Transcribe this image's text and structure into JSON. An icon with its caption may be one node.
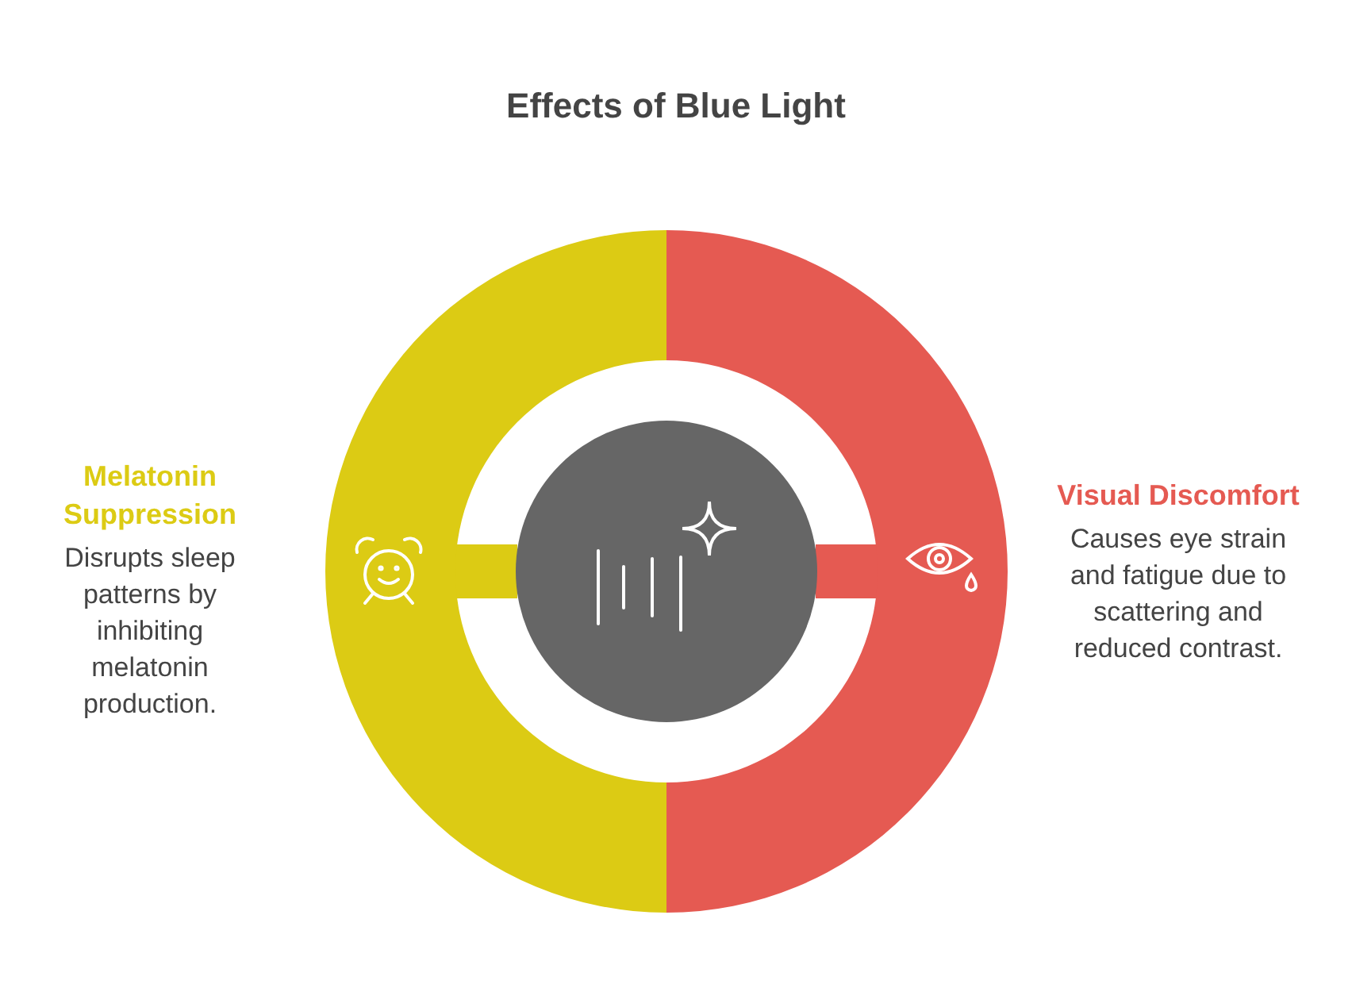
{
  "diagram": {
    "title": "Effects of Blue Light",
    "nodes": [
      {
        "text": [
          "Melatonin Suppression",
          "Disrupts sleep patterns by inhibiting melatonin production."
        ]
      },
      {
        "text": [
          "Visual Discomfort",
          "Causes eye strain and fatigue due to scattering and reduced contrast."
        ]
      },
      {
        "text": [],
        "shape": "circle"
      }
    ],
    "edges": [
      {
        "from": 0,
        "to": 2,
        "arrow": "none",
        "color": "#dccb14"
      },
      {
        "from": 1,
        "to": 2,
        "arrow": "none",
        "color": "#e55a52"
      }
    ]
  }
}
